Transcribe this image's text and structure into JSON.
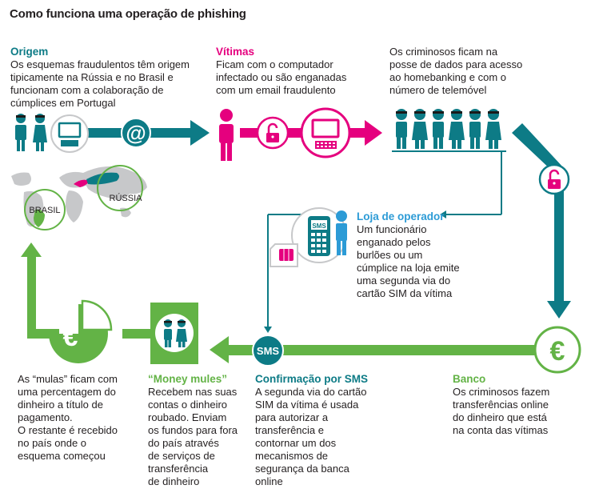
{
  "title": "Como funciona uma operação de phishing",
  "steps": {
    "origem": {
      "heading": "Origem",
      "lines": [
        "Os esquemas fraudulentos têm origem",
        "tipicamente na Rússia e no Brasil e",
        "funcionam com a colaboração de",
        "cúmplices em Portugal"
      ]
    },
    "vitimas": {
      "heading": "Vítimas",
      "lines": [
        "Ficam com o computador",
        "infectado ou são enganadas",
        "com um email fraudulento"
      ]
    },
    "criminosos": {
      "lines": [
        "Os criminosos ficam na",
        "posse de dados para acesso",
        "ao homebanking e com o",
        "número de telemóvel"
      ]
    },
    "loja": {
      "heading": "Loja de operador",
      "lines": [
        "Um funcionário",
        "enganado pelos",
        "burlões ou um",
        "cúmplice na loja emite",
        "uma segunda via do",
        "cartão SIM da vítima"
      ]
    },
    "banco": {
      "heading": "Banco",
      "lines": [
        "Os criminosos fazem",
        "transferências online",
        "do dinheiro que está",
        "na conta das vítimas"
      ]
    },
    "sms": {
      "heading": "Confirmação por SMS",
      "lines": [
        "A segunda via do cartão",
        "SIM da vítima é usada",
        "para autorizar a",
        "transferência e",
        "contornar um dos",
        "mecanismos de",
        "segurança da banca",
        "online"
      ]
    },
    "money_mules": {
      "heading": "“Money mules”",
      "lines": [
        "Recebem nas suas",
        "contas o dinheiro",
        "roubado. Enviam",
        "os fundos para fora",
        "do país através",
        "de serviços de",
        "transferência",
        "de dinheiro"
      ]
    },
    "mulas": {
      "lines": [
        "As “mulas” ficam com",
        "uma percentagem do",
        "dinheiro a título de",
        "pagamento.",
        "O restante é recebido",
        "no país onde o",
        "esquema começou"
      ]
    }
  },
  "map_labels": {
    "brasil": "BRASIL",
    "russia": "RÚSSIA"
  },
  "glyphs": {
    "at": "@",
    "euro": "€",
    "sms": "SMS"
  },
  "colors": {
    "teal": "#0d7b86",
    "pink": "#e5007e",
    "green": "#63b346",
    "blue": "#2c9bd6",
    "gray_map": "#c7c8ca"
  },
  "icons": [
    "person-icon",
    "computer-icon",
    "at-icon",
    "unlock-icon",
    "world-map-icon",
    "sim-card-icon",
    "mobile-phone-icon",
    "euro-icon"
  ]
}
